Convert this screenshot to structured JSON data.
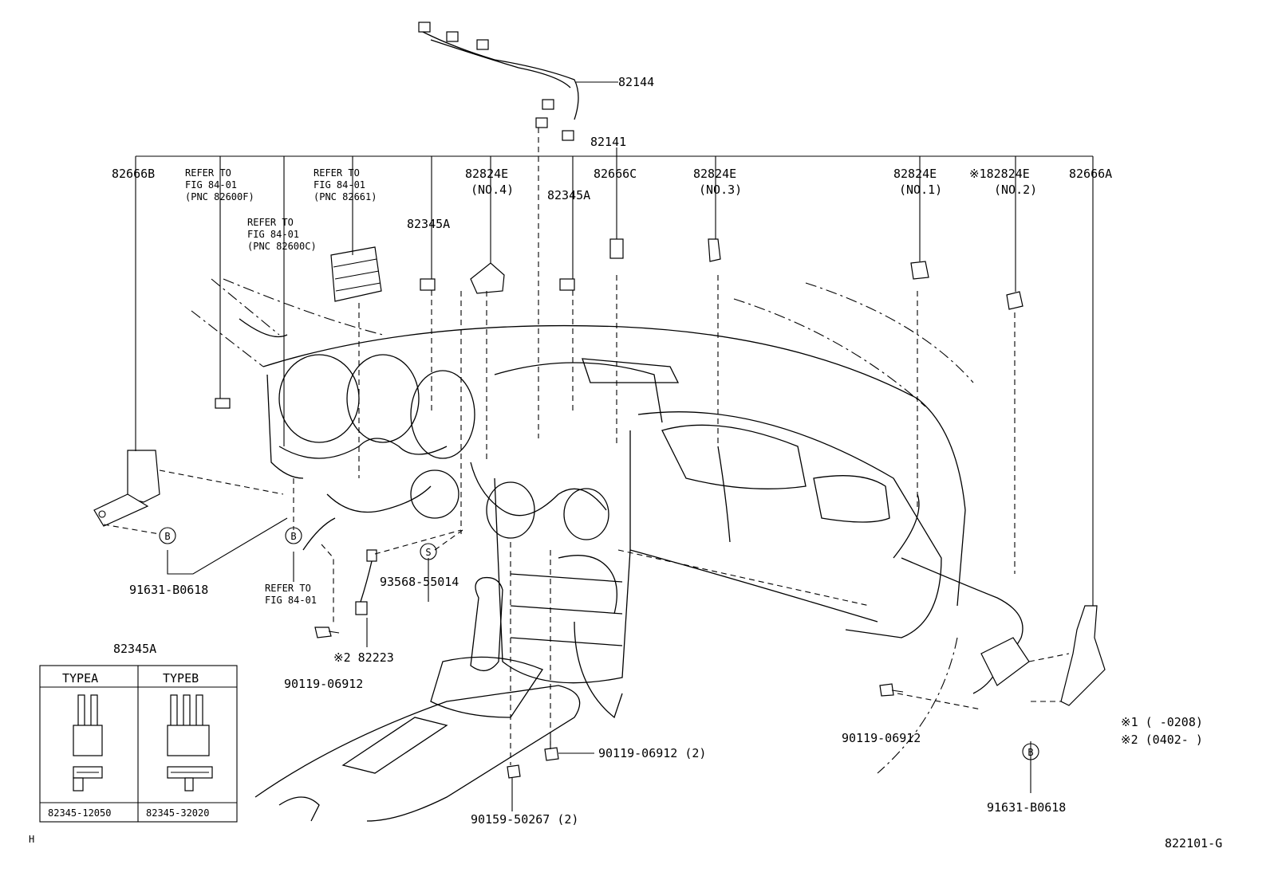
{
  "labels": {
    "l82144": "82144",
    "l82141": "82141",
    "l82666b": "82666B",
    "l82824e": "82824E",
    "l82824e_no2": "※182824E",
    "no1": "(NO.1)",
    "no2": "(NO.2)",
    "no3": "(NO.3)",
    "no4": "(NO.4)",
    "l82345a_mark": "82345A",
    "l82666c": "82666C",
    "l82666a": "82666A",
    "l91631": "91631-B0618",
    "l93568": "93568-55014",
    "l82223": "※2 82223",
    "l90119": "90119-06912",
    "l90119_2": "90119-06912 (2)",
    "l90159": "90159-50267 (2)"
  },
  "refer1": {
    "line1": "REFER TO",
    "line2": "FIG 84-01",
    "line3": "(PNC 82600F)"
  },
  "refer2": {
    "line1": "REFER TO",
    "line2": "FIG 84-01",
    "line3": "(PNC 82661)"
  },
  "refer3": {
    "line1": "REFER TO",
    "line2": "FIG 84-01",
    "line3": "(PNC 82600C)"
  },
  "refer4": {
    "line1": "REFER TO",
    "line2": "FIG 84-01"
  },
  "refs": {
    "b": "B",
    "s": "S"
  },
  "notes": {
    "n1": "※1 (       -0208)",
    "n2": "※2 (0402-       )"
  },
  "inset": {
    "title": "82345A",
    "type_a": "TYPEA",
    "type_b": "TYPEB",
    "pn_a": "82345-12050",
    "pn_b": "82345-32020"
  },
  "footer": {
    "left": "H",
    "figure_id": "822101-G"
  }
}
